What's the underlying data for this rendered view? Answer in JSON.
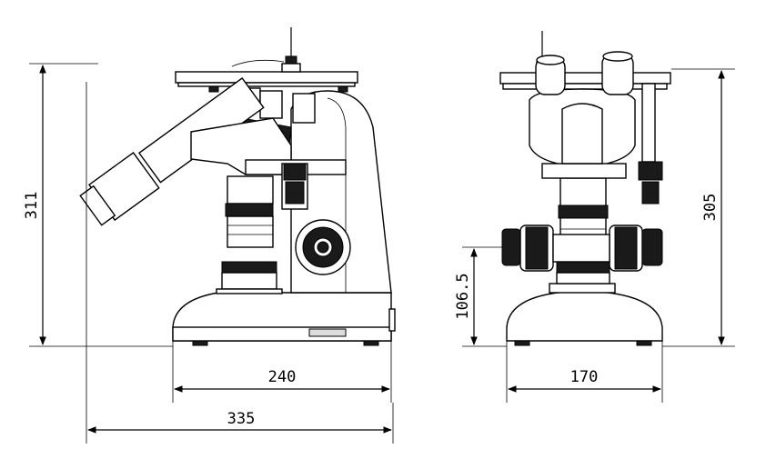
{
  "dimensions": {
    "side_height": "311",
    "base_width_side": "240",
    "total_width_side": "335",
    "front_height": "305",
    "front_knob_height": "106.5",
    "base_width_front": "170"
  },
  "colors": {
    "line": "#000000",
    "fill": "#ffffff",
    "dark_part": "#1a1a1a"
  }
}
